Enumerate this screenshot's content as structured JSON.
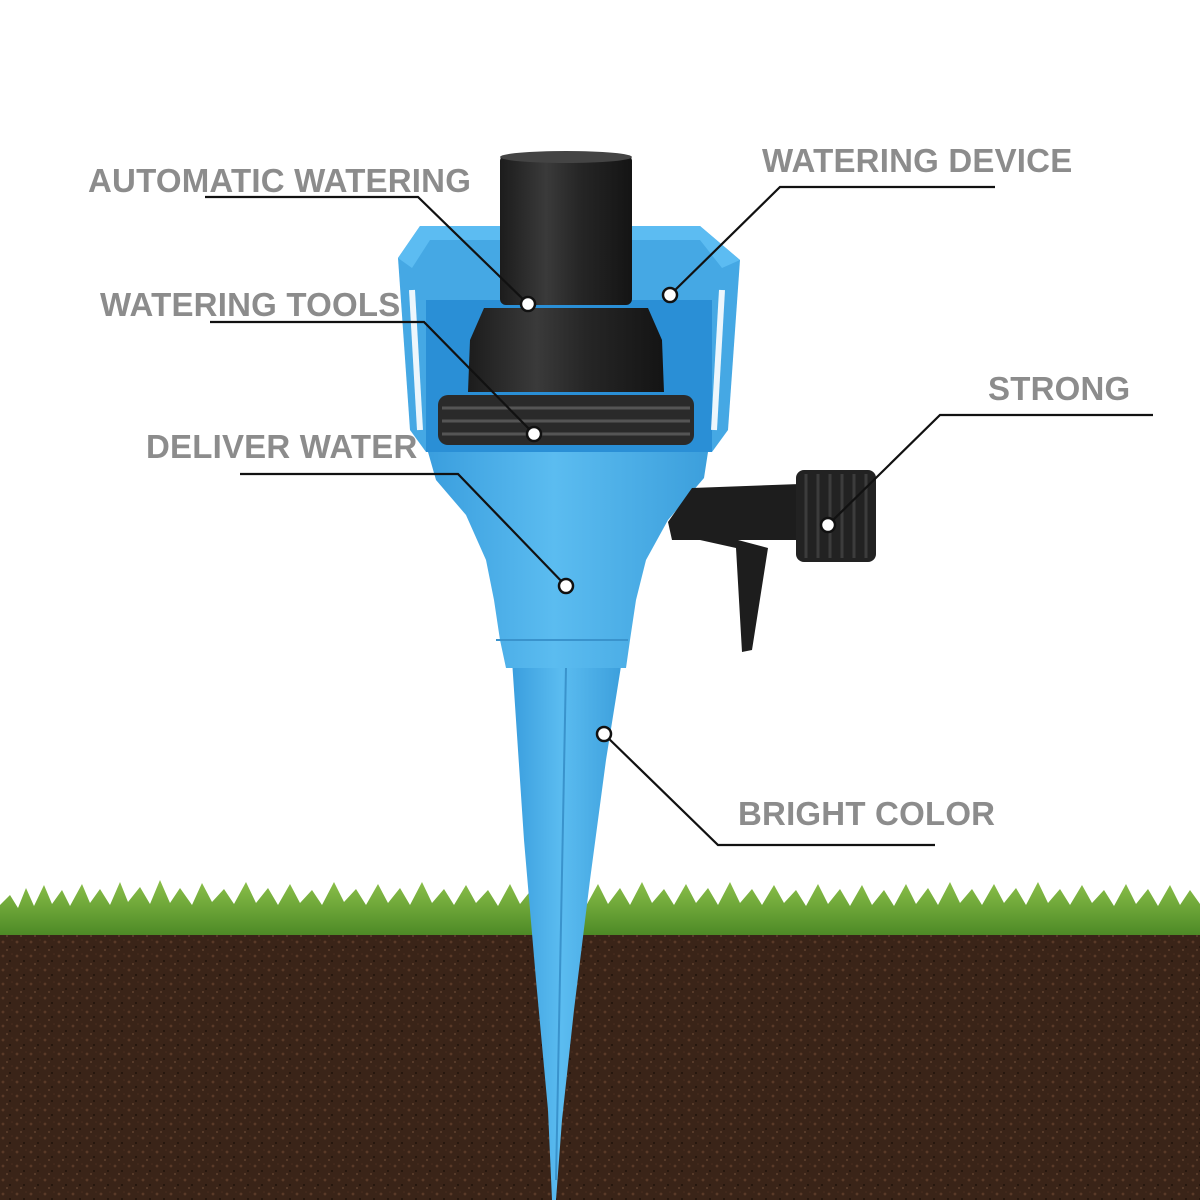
{
  "colors": {
    "background": "#ffffff",
    "spike_blue": "#4aaee6",
    "cap_black": "#2b2b2b",
    "grass": "#6fa83a",
    "soil": "#3a2418",
    "label_gray": "#8c8c8c",
    "leader_line": "#111111"
  },
  "labels": {
    "automatic_watering": "AUTOMATIC WATERING",
    "watering_tools": "WATERING TOOLS",
    "deliver_water": "DELIVER WATER",
    "watering_device": "WATERING DEVICE",
    "strong": "STRONG",
    "bright_color": "BRIGHT COLOR"
  }
}
